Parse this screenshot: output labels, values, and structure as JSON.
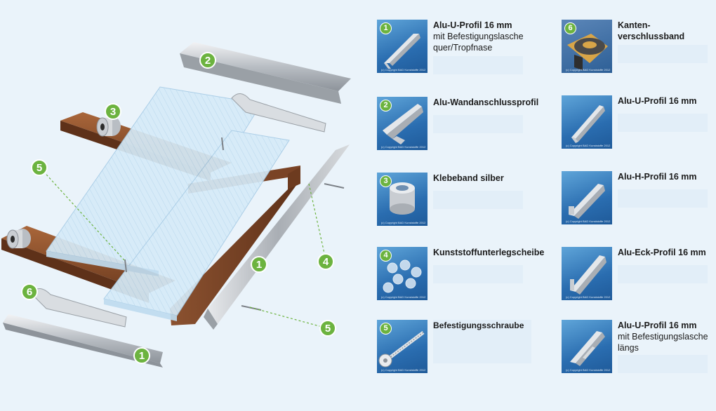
{
  "diagram": {
    "markers": [
      {
        "number": "1"
      },
      {
        "number": "1"
      },
      {
        "number": "2"
      },
      {
        "number": "3"
      },
      {
        "number": "4"
      },
      {
        "number": "5"
      },
      {
        "number": "5"
      },
      {
        "number": "6"
      }
    ]
  },
  "legend": {
    "copyright": "(c) Copyright BAD Kunststoffe 2012",
    "items": [
      {
        "badge": "1",
        "title": "Alu-U-Profil 16 mm",
        "subtitle": "mit Befestigungslasche quer/Tropfnase",
        "thumb_icon": "u-profile-icon"
      },
      {
        "badge": "2",
        "title": "Alu-Wandanschlussprofil",
        "subtitle": "",
        "thumb_icon": "wall-profile-icon"
      },
      {
        "badge": "3",
        "title": "Klebeband silber",
        "subtitle": "",
        "thumb_icon": "tape-roll-icon"
      },
      {
        "badge": "4",
        "title": "Kunststoffunterlegscheibe",
        "subtitle": "",
        "thumb_icon": "washer-icon"
      },
      {
        "badge": "5",
        "title": "Befestigungsschraube",
        "subtitle": "",
        "thumb_icon": "screw-icon"
      },
      {
        "badge": "6",
        "title": "Kanten-verschlussband",
        "subtitle": "",
        "thumb_icon": "sealing-tape-icon"
      },
      {
        "badge": "",
        "title": "Alu-U-Profil 16 mm",
        "subtitle": "",
        "thumb_icon": "u-profile-icon"
      },
      {
        "badge": "",
        "title": "Alu-H-Profil 16 mm",
        "subtitle": "",
        "thumb_icon": "h-profile-icon"
      },
      {
        "badge": "",
        "title": "Alu-Eck-Profil 16 mm",
        "subtitle": "",
        "thumb_icon": "corner-profile-icon"
      },
      {
        "badge": "",
        "title": "Alu-U-Profil 16 mm",
        "subtitle": "mit Befestigungslasche längs",
        "thumb_icon": "u-profile-icon"
      }
    ]
  },
  "colors": {
    "background": "#eaf3fa",
    "marker_green": "#6cb33f",
    "wood_brown": "#8a4f2c",
    "aluminium": "#c9cdd2",
    "panel_blue": "#cfe6f6"
  }
}
